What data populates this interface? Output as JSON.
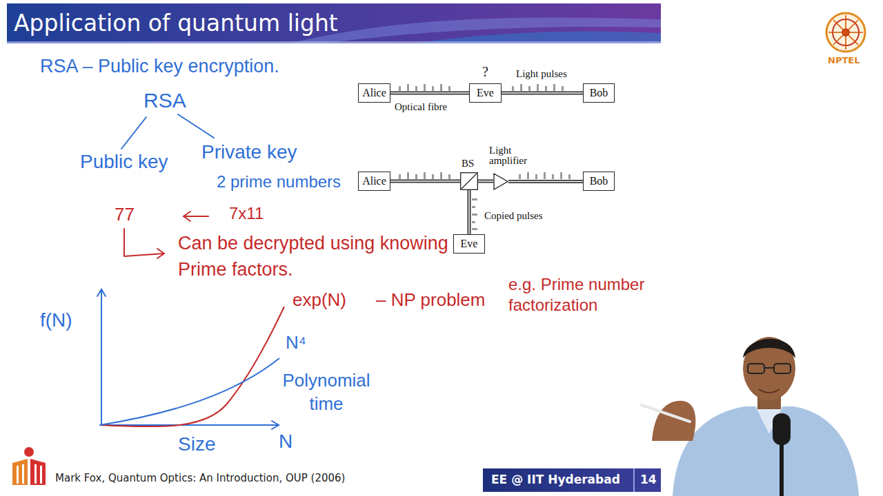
{
  "diagram": {
    "title": "Application of quantum light",
    "nodes": [
      {
        "text": [
          "Alice"
        ]
      },
      {
        "text": [
          "Eve"
        ]
      },
      {
        "text": [
          "Bob"
        ]
      },
      {
        "text": [
          "Alice"
        ]
      },
      {
        "text": [
          "BS"
        ]
      },
      {
        "text": [
          "Light amplifier"
        ]
      },
      {
        "text": [
          "Bob"
        ]
      },
      {
        "text": [
          "Eve"
        ]
      }
    ],
    "edges": [
      {
        "from": 0,
        "to": 1,
        "arrow": "none"
      },
      {
        "from": 1,
        "to": 2,
        "arrow": "none"
      },
      {
        "from": 3,
        "to": 4,
        "arrow": "none"
      },
      {
        "from": 4,
        "to": 5,
        "arrow": "none"
      },
      {
        "from": 5,
        "to": 6,
        "arrow": "none"
      },
      {
        "from": 4,
        "to": 7,
        "arrow": "none"
      }
    ],
    "labels": [
      "?",
      "Light pulses",
      "Optical fibre",
      "Copied pulses",
      "RSA – Public key encryption.",
      "RSA",
      "Public key",
      "Private key",
      "2 prime numbers",
      "77",
      "7x11",
      "Can be decrypted using knowing Prime factors.",
      "exp(N)",
      "– NP problem",
      "e.g. Prime number factorization",
      "f(N)",
      "N⁴",
      "Polynomial time",
      "Size",
      "N",
      "Mark Fox, Quantum Optics: An Introduction, OUP (2006)",
      "EE @ IIT Hyderabad",
      "14",
      "NPTEL"
    ]
  }
}
